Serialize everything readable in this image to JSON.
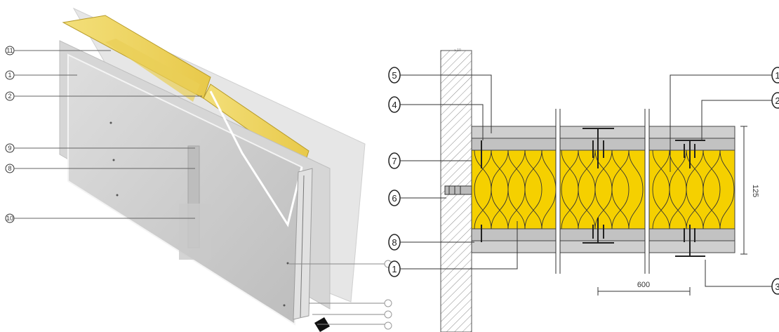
{
  "left_callouts": [
    {
      "label": "11"
    },
    {
      "label": "1"
    },
    {
      "label": "2"
    },
    {
      "label": "9"
    },
    {
      "label": "8"
    },
    {
      "label": "10"
    }
  ],
  "right_callouts_left": [
    {
      "label": "5"
    },
    {
      "label": "4"
    },
    {
      "label": "7"
    },
    {
      "label": "6"
    },
    {
      "label": "8"
    },
    {
      "label": "1"
    }
  ],
  "right_callouts_right": [
    {
      "label": "1"
    },
    {
      "label": "2"
    },
    {
      "label": "3"
    }
  ],
  "dimensions": {
    "thickness": "125",
    "stud_spacing": "600",
    "top_note": "≥ 10"
  },
  "colors": {
    "insulation": "#f5d000",
    "board": "#c6c6c6",
    "board_top": "#dcdcdc",
    "masonry_hatch": "#8a8a8a",
    "line": "#222222"
  }
}
